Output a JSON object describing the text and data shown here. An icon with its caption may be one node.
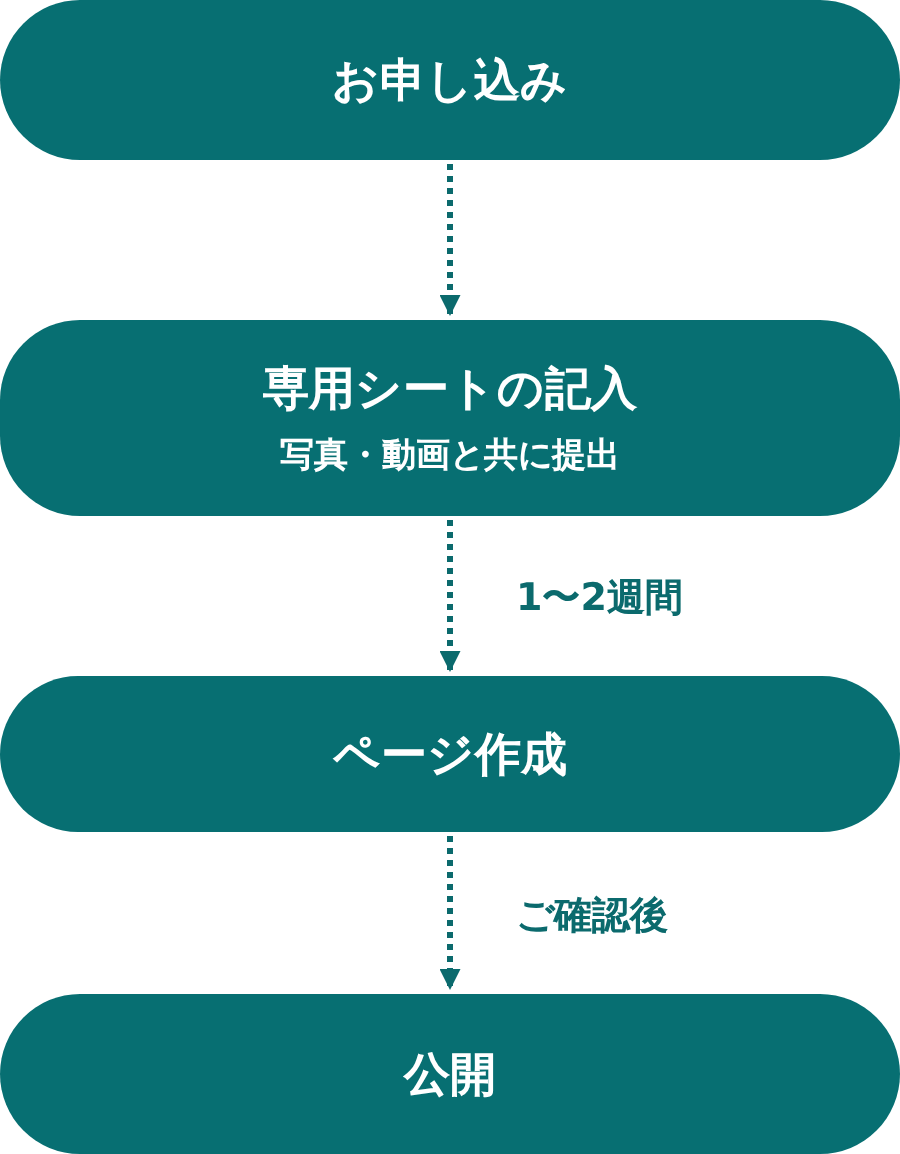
{
  "diagram": {
    "nodes": [
      {
        "text": [
          "お申し込み"
        ]
      },
      {
        "text": [
          "専用シートの記入",
          "写真・動画と共に提出"
        ]
      },
      {
        "text": [
          "ページ作成"
        ]
      },
      {
        "text": [
          "公開"
        ]
      }
    ],
    "edges": [
      {
        "from": 0,
        "to": 1,
        "arrow": "to",
        "style": "dashed"
      },
      {
        "from": 1,
        "to": 2,
        "arrow": "to",
        "style": "dashed",
        "label": "1〜2週間"
      },
      {
        "from": 2,
        "to": 3,
        "arrow": "to",
        "style": "dashed",
        "label": "ご確認後"
      }
    ]
  }
}
